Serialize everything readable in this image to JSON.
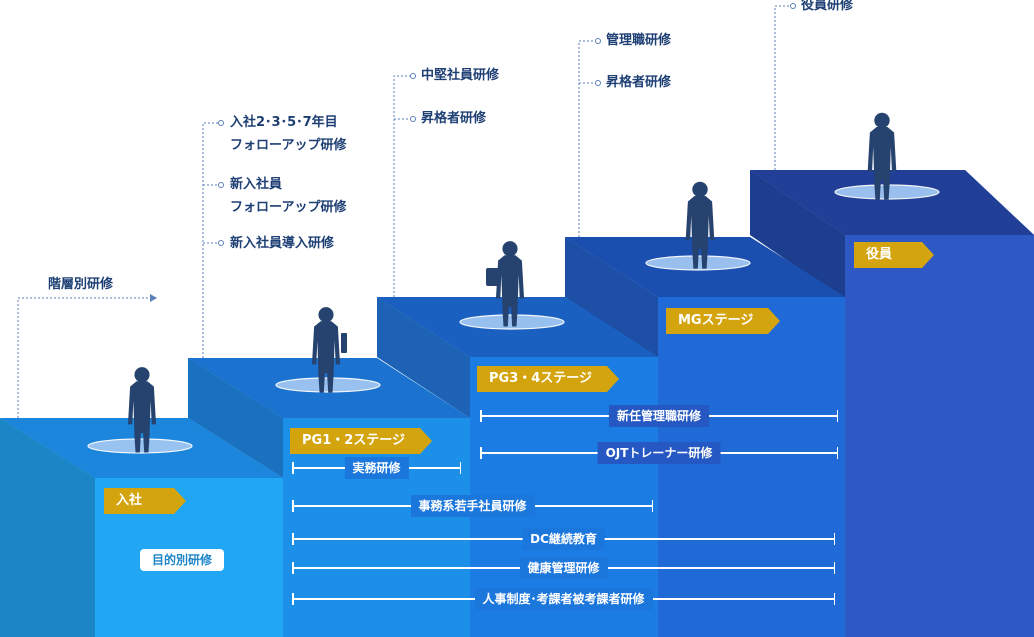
{
  "hierarchy": {
    "top_label": "階層別研修",
    "stage_1": {
      "flag": "入社",
      "trainings": [
        "入社2･3･5･7年目",
        "フォローアップ研修",
        "新入社員",
        "フォローアップ研修",
        "新入社員導入研修"
      ]
    },
    "stage_2": {
      "flag": "PG1・2ステージ",
      "trainings": [
        "中堅社員研修",
        "昇格者研修"
      ]
    },
    "stage_3": {
      "flag": "PG3・4ステージ",
      "trainings": [
        "管理職研修",
        "昇格者研修"
      ]
    },
    "stage_4": {
      "flag": "MGステージ",
      "trainings": [
        "役員研修"
      ]
    },
    "stage_5": {
      "flag": "役員"
    }
  },
  "purpose_label": "目的別研修",
  "purpose_trainings": [
    "新任管理職研修",
    "OJTトレーナー研修",
    "実務研修",
    "事務系若手社員研修",
    "DC継続教育",
    "健康管理研修",
    "人事制度･考課者被考課者研修"
  ],
  "colors": {
    "text_navy": "#1e3f74",
    "flag_gold": "#d4a40f",
    "dotted_line": "#5b7fb8",
    "step_light": "#20a6f2",
    "step_dark": "#2a52b5"
  }
}
